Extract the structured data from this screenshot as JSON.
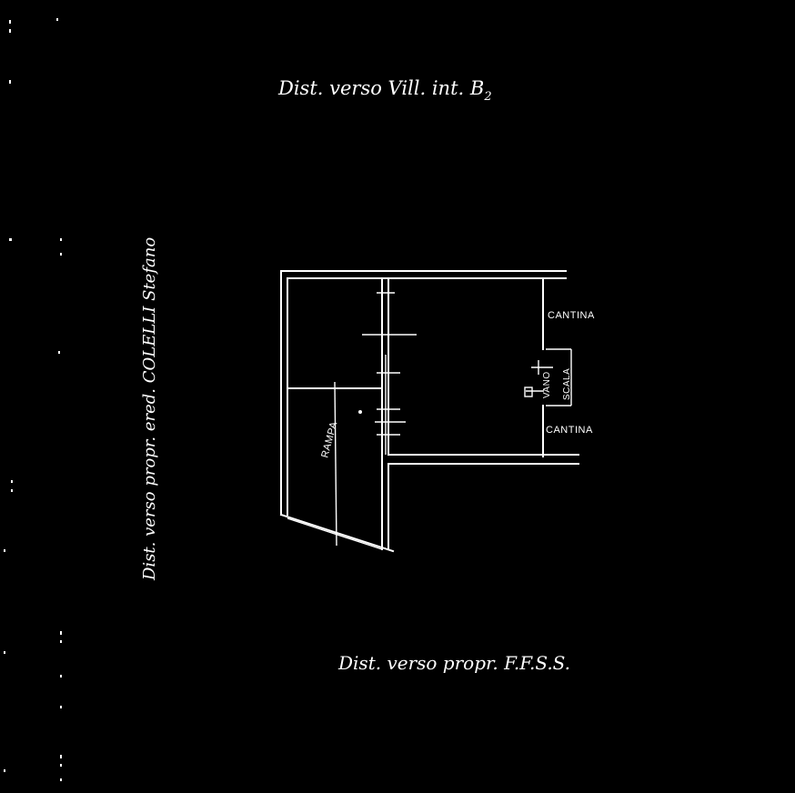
{
  "boundaries": {
    "top": "Dist. verso Vill. int. B",
    "top_subscript": "2",
    "left": "Dist. verso propr. ered. COLELLI Stefano",
    "bottom": "Dist. verso propr. F.F.S.S."
  },
  "rooms": {
    "cantina_upper": "CANTINA",
    "cantina_lower": "CANTINA",
    "vano_scala_line1": "VANO",
    "vano_scala_line2": "SCALA",
    "rampa": "RAMPA"
  },
  "colors": {
    "background": "#000000",
    "ink": "#ffffff"
  }
}
